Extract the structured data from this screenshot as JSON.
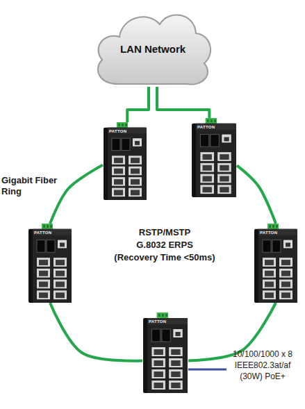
{
  "diagram": {
    "nodes": [
      {
        "text": [
          "LAN Network"
        ]
      },
      {
        "text": [
          "PATTON"
        ]
      },
      {
        "text": [
          "PATTON"
        ]
      },
      {
        "text": [
          "PATTON"
        ]
      },
      {
        "text": [
          "PATTON"
        ]
      },
      {
        "text": [
          "PATTON"
        ]
      }
    ],
    "edges": [
      {
        "from": 0,
        "to": 1,
        "arrow": "none"
      },
      {
        "from": 0,
        "to": 2,
        "arrow": "none"
      },
      {
        "from": 1,
        "to": 3,
        "arrow": "none"
      },
      {
        "from": 3,
        "to": 5,
        "arrow": "none"
      },
      {
        "from": 5,
        "to": 4,
        "arrow": "none"
      },
      {
        "from": 4,
        "to": 2,
        "arrow": "none"
      }
    ],
    "labels": [
      "Gigabit Fiber Ring",
      "RSTP/MSTP",
      "G.8032 ERPS",
      "(Recovery Time <50ms)",
      "10/100/1000 x 8",
      "IEEE802.3at/af",
      "(30W) PoE+"
    ]
  }
}
